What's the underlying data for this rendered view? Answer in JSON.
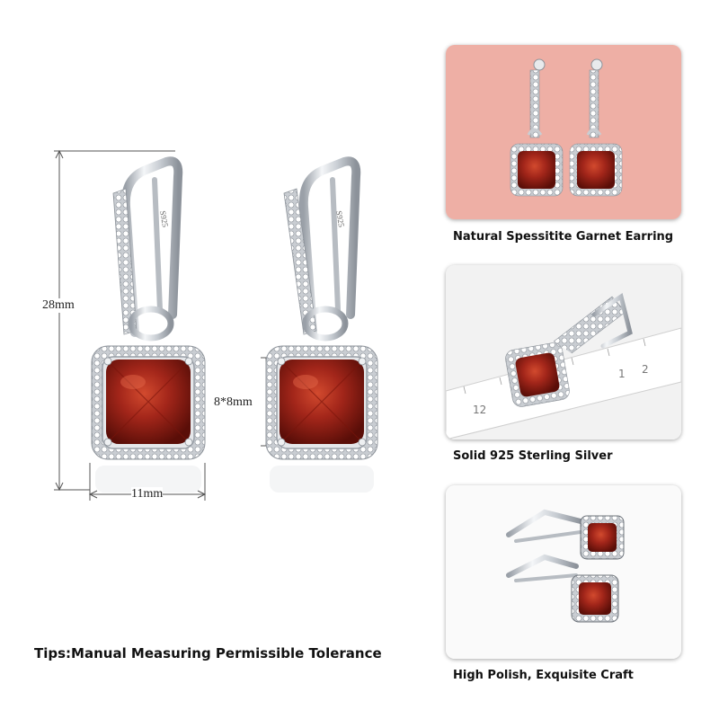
{
  "dimensions": {
    "height_label": "28mm",
    "stone_label": "8*8mm",
    "width_label": "11mm"
  },
  "stamp": "S925",
  "colors": {
    "garnet": "#a3261a",
    "silver": "#d9dde2",
    "pink_background": "#eba59c",
    "accent_dim_line": "#555555"
  },
  "panels": [
    {
      "caption": "Natural Spessitite Garnet Earring"
    },
    {
      "caption": "Solid 925 Sterling Silver"
    },
    {
      "caption": "High Polish, Exquisite Craft"
    }
  ],
  "ruler_numbers": [
    "12",
    "1",
    "2"
  ],
  "tips": "Tips:Manual Measuring Permissible Tolerance"
}
